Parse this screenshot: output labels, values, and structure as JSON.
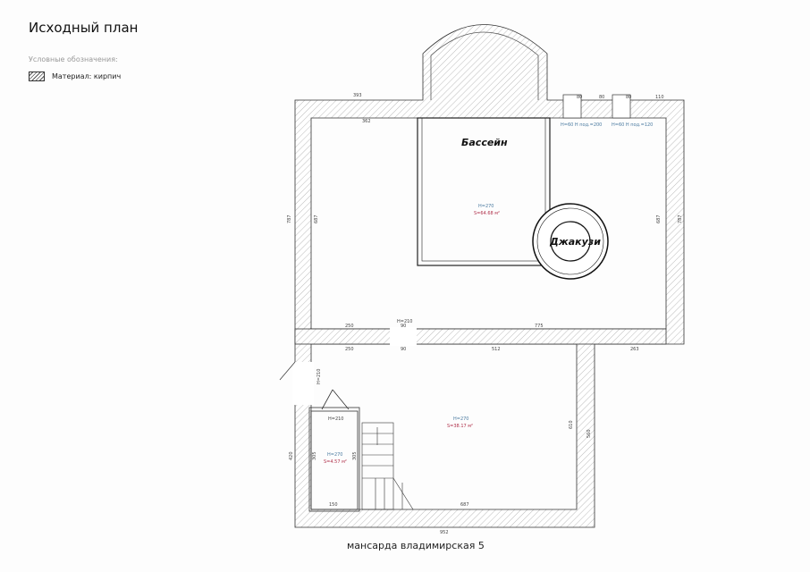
{
  "header": {
    "title": "Исходный план",
    "legend_heading": "Условные обозначения:",
    "legend_item": "Материал: кирпич"
  },
  "rooms": {
    "pool": {
      "name": "Бассейн",
      "height": "H=270",
      "area": "S=64.68 м²"
    },
    "jacuzzi": {
      "name": "Джакузи"
    },
    "lower": {
      "height": "H=270",
      "area": "S=38.17 м²"
    },
    "small": {
      "height": "H=270",
      "area": "S=4.57 м²"
    }
  },
  "windows": {
    "w1": "H=60   H под.=200",
    "w2": "H=60   H под.=120"
  },
  "doors": {
    "d1": "H=210",
    "d2": "H=210",
    "d3": "H=210"
  },
  "dims": {
    "top_left": "393",
    "inner_top": "362",
    "left_outer": "787",
    "left_inner": "687",
    "right_outer": "787",
    "right_inner": "687",
    "mid_left": "250",
    "mid_door": "90",
    "mid_right": "775",
    "low_left": "250",
    "low_door": "90",
    "low_right": "512",
    "right_step": "263",
    "lower_right": "560",
    "lower_height": "610",
    "bottom_inner": "687",
    "bottom_outer": "952",
    "left_low": "420",
    "small_w": "150",
    "small_h": "305",
    "stair_h": "305",
    "w_a": "80",
    "w_b": "80",
    "w_c": "80",
    "w_d": "110"
  },
  "footer": {
    "caption": "мансарда владимирская 5"
  }
}
